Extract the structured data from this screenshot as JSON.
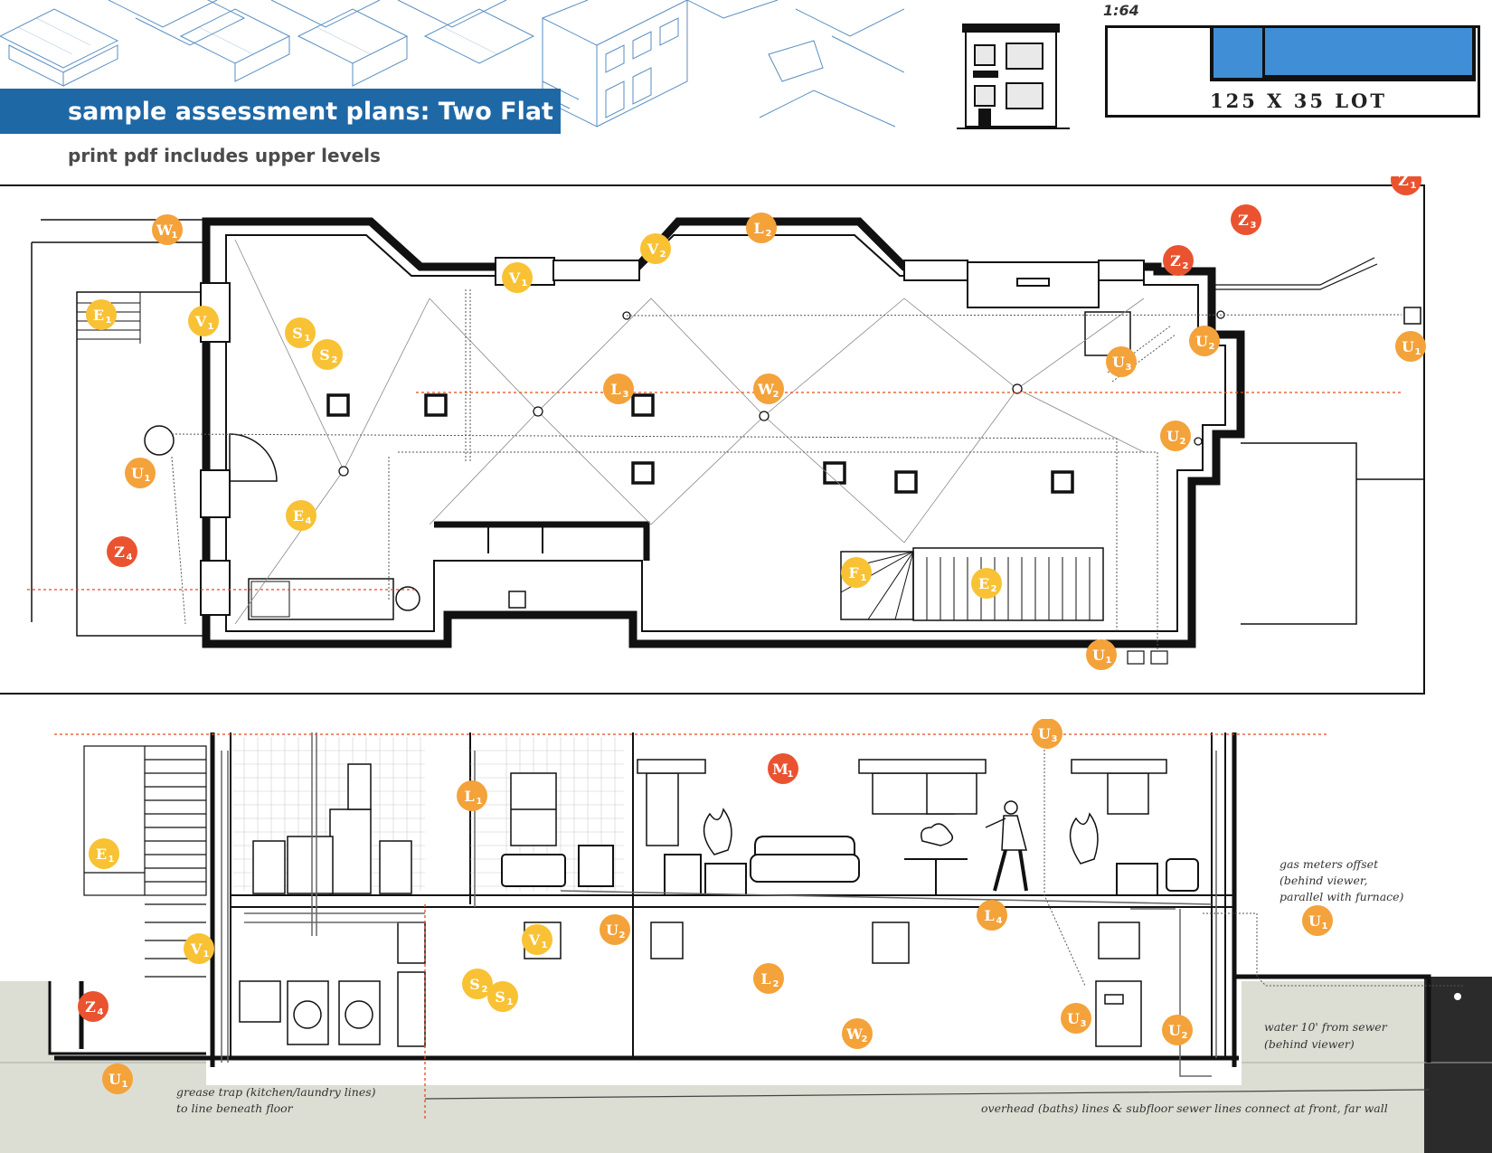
{
  "header": {
    "title": "sample assessment plans: Two Flat",
    "subtitle": "print pdf includes upper levels",
    "scale": "1:64",
    "lot_label": "125 X 35 LOT"
  },
  "colors": {
    "brand_blue": "#1f68a6",
    "lot_blue": "#3f8ed6",
    "marker_yellow": "#f8c234",
    "marker_orange": "#f4a23a",
    "marker_red": "#ea5330",
    "guide_red": "#e8491d",
    "ground": "#dcded3"
  },
  "plan_markers": [
    {
      "id": "W1",
      "letter": "W",
      "sub": "1",
      "tone": "orange"
    },
    {
      "id": "E1",
      "letter": "E",
      "sub": "1",
      "tone": "yellow"
    },
    {
      "id": "V1a",
      "letter": "V",
      "sub": "1",
      "tone": "yellow"
    },
    {
      "id": "S1",
      "letter": "S",
      "sub": "1",
      "tone": "yellow"
    },
    {
      "id": "S2",
      "letter": "S",
      "sub": "2",
      "tone": "yellow"
    },
    {
      "id": "U1a",
      "letter": "U",
      "sub": "1",
      "tone": "orange"
    },
    {
      "id": "Z4",
      "letter": "Z",
      "sub": "4",
      "tone": "red"
    },
    {
      "id": "E4",
      "letter": "E",
      "sub": "4",
      "tone": "yellow"
    },
    {
      "id": "V1b",
      "letter": "V",
      "sub": "1",
      "tone": "yellow"
    },
    {
      "id": "V2",
      "letter": "V",
      "sub": "2",
      "tone": "yellow"
    },
    {
      "id": "L2",
      "letter": "L",
      "sub": "2",
      "tone": "orange"
    },
    {
      "id": "L3",
      "letter": "L",
      "sub": "3",
      "tone": "orange"
    },
    {
      "id": "W2",
      "letter": "W",
      "sub": "2",
      "tone": "orange"
    },
    {
      "id": "F1",
      "letter": "F",
      "sub": "1",
      "tone": "yellow"
    },
    {
      "id": "E2",
      "letter": "E",
      "sub": "2",
      "tone": "yellow"
    },
    {
      "id": "Z1",
      "letter": "Z",
      "sub": "1",
      "tone": "red"
    },
    {
      "id": "Z3",
      "letter": "Z",
      "sub": "3",
      "tone": "red"
    },
    {
      "id": "Z2",
      "letter": "Z",
      "sub": "2",
      "tone": "red"
    },
    {
      "id": "U3",
      "letter": "U",
      "sub": "3",
      "tone": "orange"
    },
    {
      "id": "U2a",
      "letter": "U",
      "sub": "2",
      "tone": "orange"
    },
    {
      "id": "U2b",
      "letter": "U",
      "sub": "2",
      "tone": "orange"
    },
    {
      "id": "U1b",
      "letter": "U",
      "sub": "1",
      "tone": "orange"
    },
    {
      "id": "U1c",
      "letter": "U",
      "sub": "1",
      "tone": "orange"
    }
  ],
  "section_markers": [
    {
      "id": "E1",
      "letter": "E",
      "sub": "1",
      "tone": "yellow"
    },
    {
      "id": "V1a",
      "letter": "V",
      "sub": "1",
      "tone": "yellow"
    },
    {
      "id": "Z4",
      "letter": "Z",
      "sub": "4",
      "tone": "red"
    },
    {
      "id": "U1a",
      "letter": "U",
      "sub": "1",
      "tone": "orange"
    },
    {
      "id": "L1",
      "letter": "L",
      "sub": "1",
      "tone": "orange"
    },
    {
      "id": "V1b",
      "letter": "V",
      "sub": "1",
      "tone": "yellow"
    },
    {
      "id": "S2",
      "letter": "S",
      "sub": "2",
      "tone": "yellow"
    },
    {
      "id": "S1",
      "letter": "S",
      "sub": "1",
      "tone": "yellow"
    },
    {
      "id": "U2a",
      "letter": "U",
      "sub": "2",
      "tone": "orange"
    },
    {
      "id": "M1",
      "letter": "M",
      "sub": "1",
      "tone": "red"
    },
    {
      "id": "L2",
      "letter": "L",
      "sub": "2",
      "tone": "orange"
    },
    {
      "id": "W2",
      "letter": "W",
      "sub": "2",
      "tone": "orange"
    },
    {
      "id": "U3a",
      "letter": "U",
      "sub": "3",
      "tone": "orange"
    },
    {
      "id": "L4",
      "letter": "L",
      "sub": "4",
      "tone": "orange"
    },
    {
      "id": "U3b",
      "letter": "U",
      "sub": "3",
      "tone": "orange"
    },
    {
      "id": "U2b",
      "letter": "U",
      "sub": "2",
      "tone": "orange"
    },
    {
      "id": "U1b",
      "letter": "U",
      "sub": "1",
      "tone": "orange"
    }
  ],
  "section_notes": {
    "grease_trap_1": "grease trap (kitchen/laundry lines)",
    "grease_trap_2": "to line beneath floor",
    "overhead": "overhead (baths) lines & subfloor sewer lines connect at front, far wall",
    "gas_1": "gas meters offset",
    "gas_2": "(behind viewer,",
    "gas_3": "parallel with furnace)",
    "water_1": "water 10' from sewer",
    "water_2": "(behind viewer)"
  }
}
